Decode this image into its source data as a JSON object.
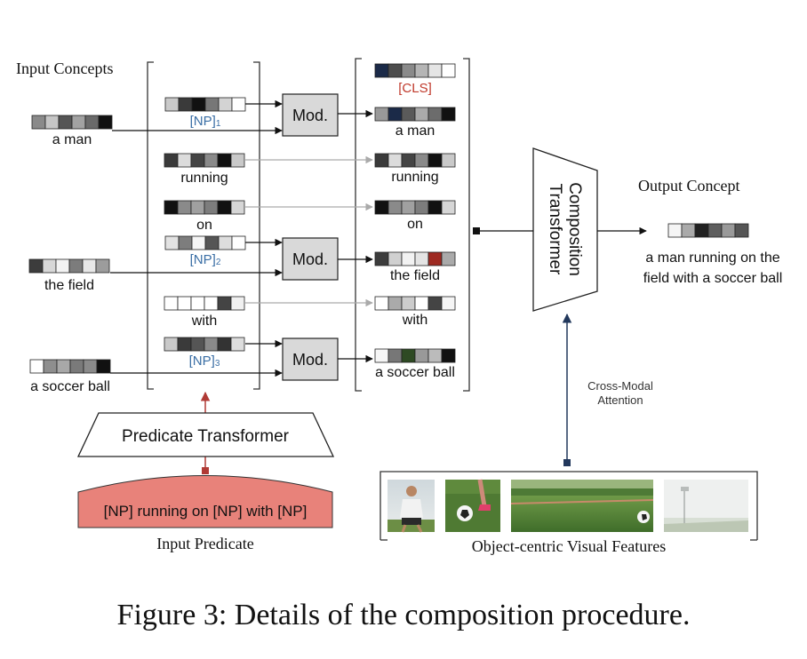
{
  "labels": {
    "input_concepts": "Input Concepts",
    "output_concept": "Output Concept",
    "cross_modal": "Cross-Modal",
    "attention": "Attention",
    "predicate_transformer": "Predicate Transformer",
    "input_predicate": "Input Predicate",
    "predicate_text": "[NP] running on [NP] with [NP]",
    "composition": "Composition",
    "transformer": "Transformer",
    "visual_features": "Object-centric Visual Features",
    "caption": "Figure 3: Details of the composition procedure.",
    "output_line1": "a man running on the",
    "output_line2": "field with a soccer ball"
  },
  "input_concepts": [
    {
      "text": "a man",
      "colors": [
        "#8a8a8a",
        "#c6c6c6",
        "#555555",
        "#a2a2a2",
        "#6a6a6a",
        "#111111"
      ]
    },
    {
      "text": "the field",
      "colors": [
        "#3c3c3c",
        "#d7d7d7",
        "#f3f3f3",
        "#7c7c7c",
        "#e7e7e7",
        "#9c9c9c"
      ]
    },
    {
      "text": "a soccer ball",
      "colors": [
        "#ffffff",
        "#8e8e8e",
        "#a8a8a8",
        "#7a7a7a",
        "#8a8a8a",
        "#111111"
      ]
    }
  ],
  "middle": [
    {
      "text": "[NP]",
      "sub": "1",
      "np": true,
      "colors": [
        "#c9c9c9",
        "#3a3a3a",
        "#111111",
        "#777777",
        "#d3d3d3",
        "#ffffff"
      ]
    },
    {
      "text": "running",
      "sub": "",
      "np": false,
      "colors": [
        "#3a3a3a",
        "#dcdcdc",
        "#444444",
        "#8a8a8a",
        "#111111",
        "#c9c9c9"
      ]
    },
    {
      "text": "on",
      "sub": "",
      "np": false,
      "colors": [
        "#111111",
        "#8a8a8a",
        "#a0a0a0",
        "#7d7d7d",
        "#111111",
        "#d6d6d6"
      ]
    },
    {
      "text": "[NP]",
      "sub": "2",
      "np": true,
      "colors": [
        "#e2e2e2",
        "#7d7d7d",
        "#f5f5f5",
        "#555555",
        "#dddddd",
        "#ffffff"
      ]
    },
    {
      "text": "with",
      "sub": "",
      "np": false,
      "colors": [
        "#ffffff",
        "#ffffff",
        "#ffffff",
        "#ffffff",
        "#444444",
        "#f0f0f0"
      ]
    },
    {
      "text": "[NP]",
      "sub": "3",
      "np": true,
      "colors": [
        "#c9c9c9",
        "#3a3a3a",
        "#555555",
        "#8a8a8a",
        "#333333",
        "#dddddd"
      ]
    }
  ],
  "mod_label": "Mod.",
  "output_tokens": [
    {
      "text": "[CLS]",
      "cls": true,
      "colors": [
        "#1b2a48",
        "#4d4d4d",
        "#8a8a8a",
        "#b5b5b5",
        "#e5e5e5",
        "#ffffff"
      ]
    },
    {
      "text": "a man",
      "cls": false,
      "colors": [
        "#999999",
        "#1b2a48",
        "#5a5a5a",
        "#aaaaaa",
        "#6c6c6c",
        "#111111"
      ]
    },
    {
      "text": "running",
      "cls": false,
      "colors": [
        "#3a3a3a",
        "#dcdcdc",
        "#444444",
        "#8a8a8a",
        "#111111",
        "#c9c9c9"
      ]
    },
    {
      "text": "on",
      "cls": false,
      "colors": [
        "#111111",
        "#8a8a8a",
        "#a0a0a0",
        "#7d7d7d",
        "#111111",
        "#d6d6d6"
      ]
    },
    {
      "text": "the field",
      "cls": false,
      "colors": [
        "#3c3c3c",
        "#d0d0d0",
        "#f2f2f2",
        "#e4e4e4",
        "#9e2a22",
        "#aaaaaa"
      ]
    },
    {
      "text": "with",
      "cls": false,
      "colors": [
        "#ffffff",
        "#aaaaaa",
        "#cccccc",
        "#ffffff",
        "#444444",
        "#f5f5f5"
      ]
    },
    {
      "text": "a soccer ball",
      "cls": false,
      "colors": [
        "#f5f5f5",
        "#777777",
        "#2e4a23",
        "#999999",
        "#bbbbbb",
        "#111111"
      ]
    }
  ],
  "output_concept_colors": [
    "#f5f5f5",
    "#aaaaaa",
    "#222222",
    "#5e5e5e",
    "#999999",
    "#555555"
  ],
  "colors": {
    "np_blue": "#3a6ea5",
    "cls_red": "#c0392b",
    "predicate_fill": "#e8827a",
    "arrow_red": "#b03a35",
    "arrow_navy": "#22385c",
    "mod_fill": "#d9d9d9",
    "gray_arrow": "#aaaaaa"
  }
}
